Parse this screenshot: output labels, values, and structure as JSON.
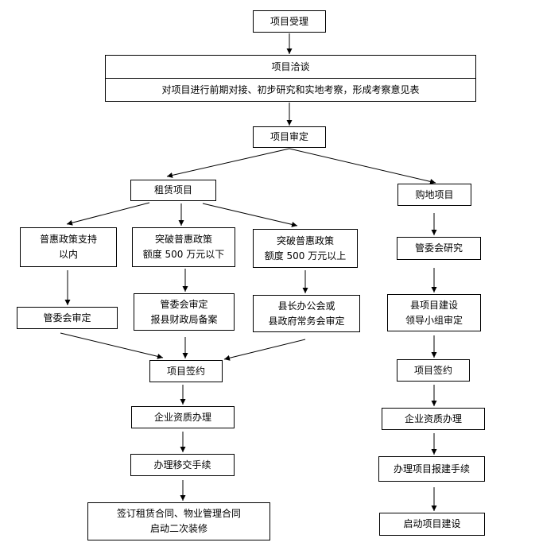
{
  "nodes": {
    "receive": "项目受理",
    "negotiate": "项目洽谈",
    "negotiate_detail": "对项目进行前期对接、初步研究和实地考察，形成考察意见表",
    "review": "项目审定",
    "lease": "租赁项目",
    "purchase": "购地项目",
    "policy_within": [
      "普惠政策支持",
      "以内"
    ],
    "policy_under500": [
      "突破普惠政策",
      "额度 500 万元以下"
    ],
    "policy_over500": [
      "突破普惠政策",
      "额度 500 万元以上"
    ],
    "mgmt_review": "管委会审定",
    "mgmt_review_filing": [
      "管委会审定",
      "报县财政局备案"
    ],
    "county_review": [
      "县长办公会或",
      "县政府常务会审定"
    ],
    "lease_sign": "项目签约",
    "lease_qualification": "企业资质办理",
    "lease_transfer": "办理移交手续",
    "lease_final": [
      "签订租赁合同、物业管理合同",
      "启动二次装修"
    ],
    "mgmt_study": "管委会研究",
    "county_group_review": [
      "县项目建设",
      "领导小组审定"
    ],
    "purchase_sign": "项目签约",
    "purchase_qualification": "企业资质办理",
    "purchase_permit": "办理项目报建手续",
    "purchase_final": "启动项目建设"
  }
}
